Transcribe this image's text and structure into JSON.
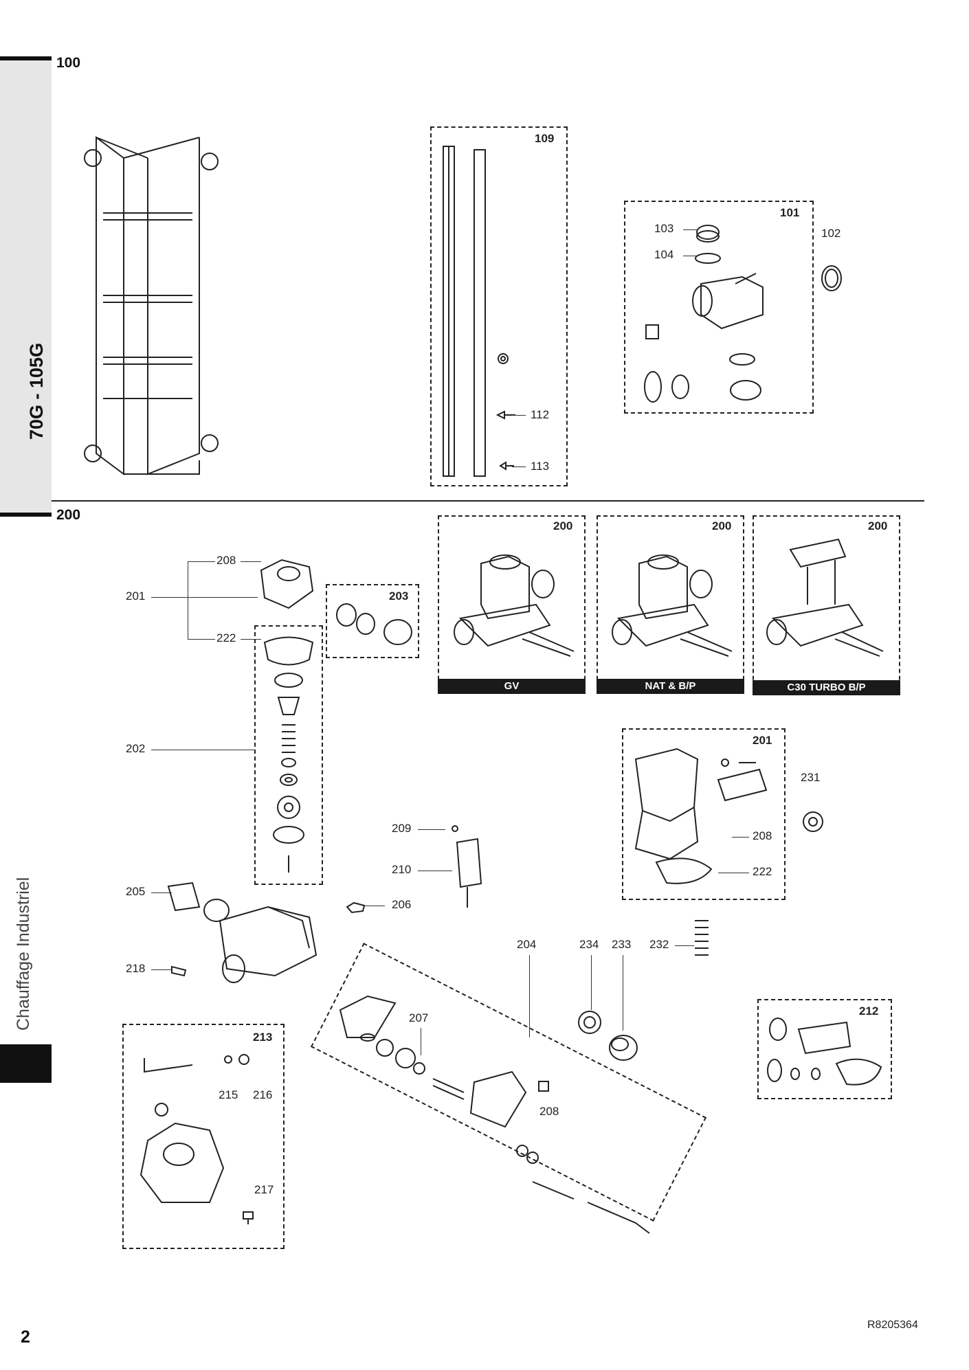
{
  "side_tab": {
    "model": "70G - 105G",
    "category": "Chauffage Industriel"
  },
  "section_100": {
    "heading": "100",
    "box_109": "109",
    "label_112": "112",
    "label_113": "113",
    "box_101": "101",
    "label_102": "102",
    "label_103": "103",
    "label_104": "104"
  },
  "section_200": {
    "heading": "200",
    "variants": [
      {
        "number": "200",
        "caption": "GV"
      },
      {
        "number": "200",
        "caption": "NAT & B/P"
      },
      {
        "number": "200",
        "caption": "C30 TURBO B/P"
      }
    ],
    "labels": {
      "l201": "201",
      "l208": "208",
      "l222": "222",
      "l203": "203",
      "l202": "202",
      "l209": "209",
      "l210": "210",
      "l206": "206",
      "l205": "205",
      "l218": "218",
      "l204": "204",
      "l207": "207",
      "l208b": "208",
      "l234": "234",
      "l233": "233",
      "l232": "232",
      "l213": "213",
      "l215": "215",
      "l216": "216",
      "l217": "217",
      "l212": "212"
    },
    "box_201": {
      "title": "201",
      "l231": "231",
      "l208": "208",
      "l222": "222"
    }
  },
  "footer": {
    "page_number": "2",
    "reference": "R8205364"
  }
}
